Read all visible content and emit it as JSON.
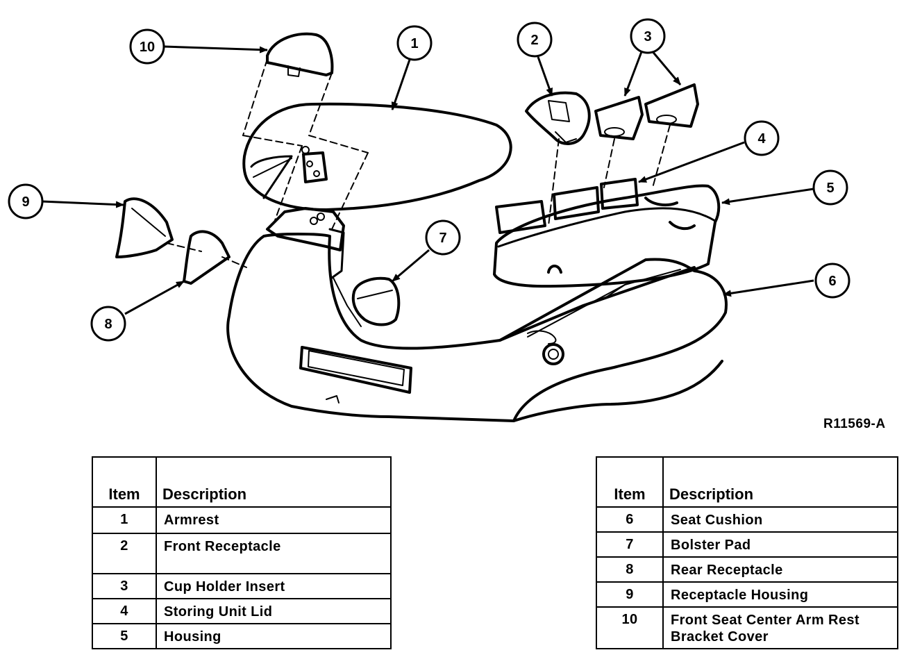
{
  "figure_code": "R11569-A",
  "callouts": [
    "1",
    "2",
    "3",
    "4",
    "5",
    "6",
    "7",
    "8",
    "9",
    "10"
  ],
  "legend_left": {
    "header_item": "Item",
    "header_description": "Description",
    "rows": [
      {
        "item": "1",
        "description": "Armrest"
      },
      {
        "item": "2",
        "description": "Front Receptacle"
      },
      {
        "item": "3",
        "description": "Cup Holder Insert"
      },
      {
        "item": "4",
        "description": "Storing Unit Lid"
      },
      {
        "item": "5",
        "description": "Housing"
      }
    ]
  },
  "legend_right": {
    "header_item": "Item",
    "header_description": "Description",
    "rows": [
      {
        "item": "6",
        "description": "Seat Cushion"
      },
      {
        "item": "7",
        "description": "Bolster Pad"
      },
      {
        "item": "8",
        "description": "Rear Receptacle"
      },
      {
        "item": "9",
        "description": "Receptacle Housing"
      },
      {
        "item": "10",
        "description": "Front Seat Center Arm Rest Bracket Cover"
      }
    ]
  }
}
